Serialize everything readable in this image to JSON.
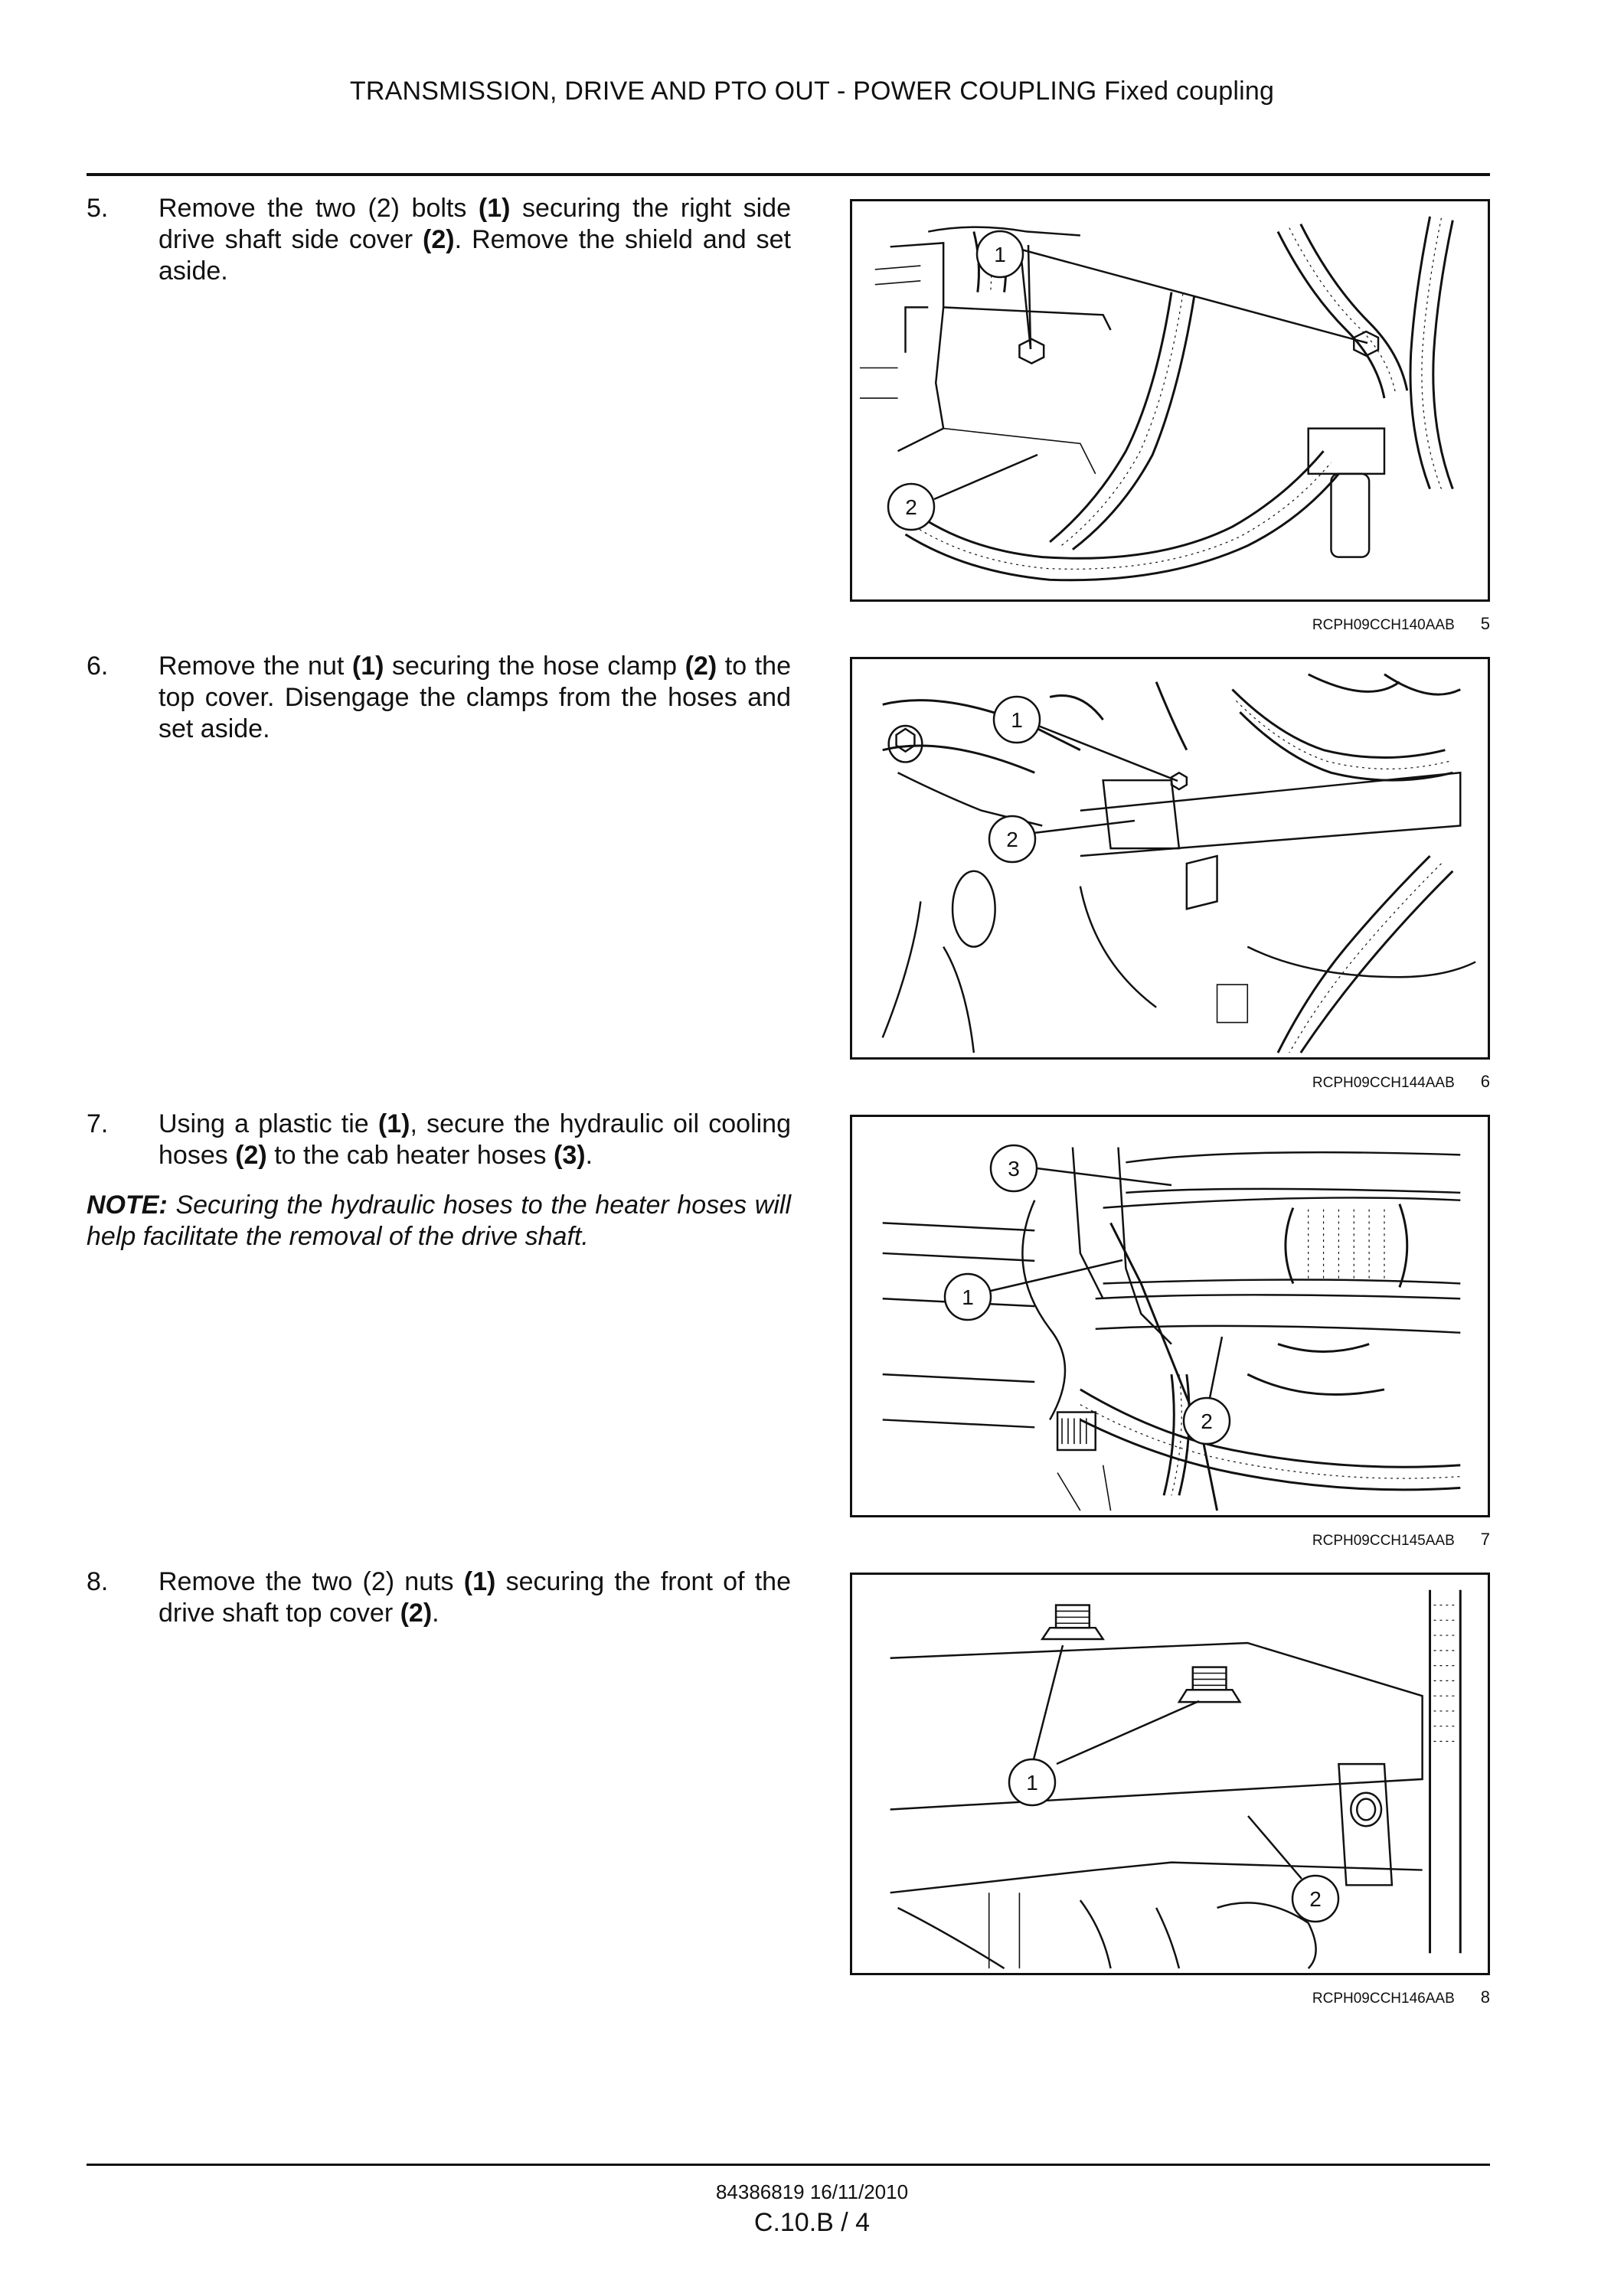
{
  "header": {
    "title": "TRANSMISSION, DRIVE AND PTO OUT - POWER COUPLING Fixed coupling"
  },
  "steps": [
    {
      "number": "5.",
      "parts": [
        "Remove the two (2) bolts ",
        "(1)",
        " securing the right side drive shaft side cover ",
        "(2)",
        ". Remove the shield and set aside."
      ],
      "figure": {
        "code": "RCPH09CCH140AAB",
        "number": "5",
        "callouts": [
          "1",
          "2"
        ]
      }
    },
    {
      "number": "6.",
      "parts": [
        "Remove the nut ",
        "(1)",
        " securing the hose clamp ",
        "(2)",
        " to the top cover. Disengage the clamps from the hoses and set aside."
      ],
      "figure": {
        "code": "RCPH09CCH144AAB",
        "number": "6",
        "callouts": [
          "1",
          "2"
        ]
      }
    },
    {
      "number": "7.",
      "parts": [
        "Using a plastic tie ",
        "(1)",
        ", secure the hydraulic oil cooling hoses ",
        "(2)",
        " to the cab heater hoses ",
        "(3)",
        "."
      ],
      "note": {
        "label": "NOTE:",
        "text": " Securing the hydraulic hoses to the heater hoses will help facilitate the removal of the drive shaft."
      },
      "figure": {
        "code": "RCPH09CCH145AAB",
        "number": "7",
        "callouts": [
          "3",
          "1",
          "2"
        ]
      }
    },
    {
      "number": "8.",
      "parts": [
        "Remove the two (2) nuts ",
        "(1)",
        " securing the front of the drive shaft top cover ",
        "(2)",
        "."
      ],
      "figure": {
        "code": "RCPH09CCH146AAB",
        "number": "8",
        "callouts": [
          "1",
          "2"
        ]
      }
    }
  ],
  "footer": {
    "doc": "84386819 16/11/2010",
    "page": "C.10.B / 4"
  }
}
